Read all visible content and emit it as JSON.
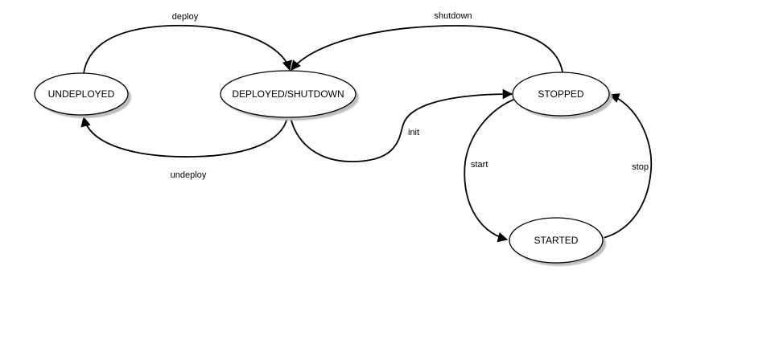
{
  "diagram": {
    "type": "state-machine",
    "colors": {
      "background": "#ffffff",
      "node_fill": "#ffffff",
      "line": "#000000",
      "text": "#000000",
      "shadow": "#bdbdbd"
    },
    "states": [
      {
        "id": "undeployed",
        "label": "UNDEPLOYED"
      },
      {
        "id": "deployed-shutdown",
        "label": "DEPLOYED/SHUTDOWN"
      },
      {
        "id": "stopped",
        "label": "STOPPED"
      },
      {
        "id": "started",
        "label": "STARTED"
      }
    ],
    "transitions": [
      {
        "id": "deploy",
        "label": "deploy",
        "from": "UNDEPLOYED",
        "to": "DEPLOYED/SHUTDOWN"
      },
      {
        "id": "shutdown",
        "label": "shutdown",
        "from": "STOPPED",
        "to": "DEPLOYED/SHUTDOWN"
      },
      {
        "id": "undeploy",
        "label": "undeploy",
        "from": "DEPLOYED/SHUTDOWN",
        "to": "UNDEPLOYED"
      },
      {
        "id": "init",
        "label": "init",
        "from": "DEPLOYED/SHUTDOWN",
        "to": "STOPPED"
      },
      {
        "id": "start",
        "label": "start",
        "from": "STOPPED",
        "to": "STARTED"
      },
      {
        "id": "stop",
        "label": "stop",
        "from": "STARTED",
        "to": "STOPPED"
      }
    ]
  }
}
